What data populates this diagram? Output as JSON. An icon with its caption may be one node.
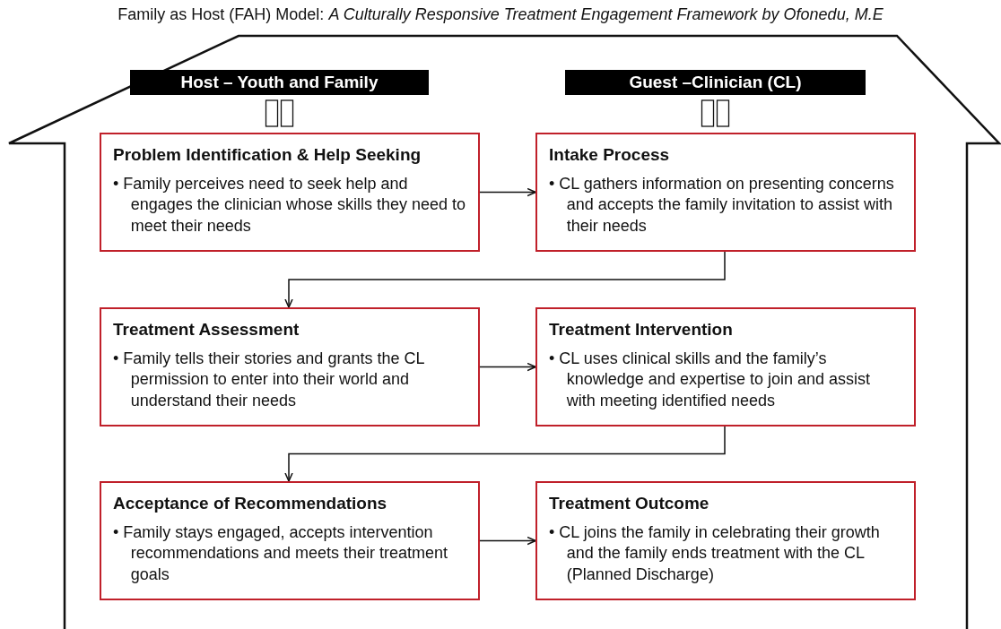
{
  "diagram": {
    "title": "Family as Host (FAH) Model: *A Culturally Responsive Treatment Engagement Framework by Ofonedu, M.E*",
    "nodes": [
      {
        "text": [],
        "shape": "house"
      },
      {
        "text": [
          "Host – Youth and Family"
        ],
        "in": 0
      },
      {
        "text": [
          "Guest –Clinician (CL)"
        ],
        "in": 0
      },
      {
        "text": [
          "Problem Identification & Help Seeking",
          "• Family perceives need to seek help and engages the clinician whose skills they need to meet their needs"
        ],
        "in": 0
      },
      {
        "text": [
          "Intake Process",
          "• CL gathers information on presenting concerns and accepts the family invitation to assist with their needs"
        ],
        "in": 0
      },
      {
        "text": [
          "Treatment Assessment",
          "• Family tells their stories and grants the CL permission to enter into their world and understand their needs"
        ],
        "in": 0
      },
      {
        "text": [
          "Treatment Intervention",
          "• CL uses clinical skills and the family’s knowledge and expertise to join and assist with meeting identified needs"
        ],
        "in": 0
      },
      {
        "text": [
          "Acceptance of Recommendations",
          "• Family stays engaged, accepts intervention recommendations and meets their treatment goals"
        ],
        "in": 0
      },
      {
        "text": [
          "Treatment Outcome",
          "• CL joins the family in celebrating their growth and the family ends treatment with the CL (Planned Discharge)"
        ],
        "in": 0
      }
    ],
    "edges": [
      {
        "from": 3,
        "to": 4,
        "arrow": "to"
      },
      {
        "from": 4,
        "to": 5,
        "arrow": "to"
      },
      {
        "from": 5,
        "to": 6,
        "arrow": "to"
      },
      {
        "from": 6,
        "to": 7,
        "arrow": "to"
      },
      {
        "from": 7,
        "to": 8,
        "arrow": "to"
      }
    ]
  }
}
